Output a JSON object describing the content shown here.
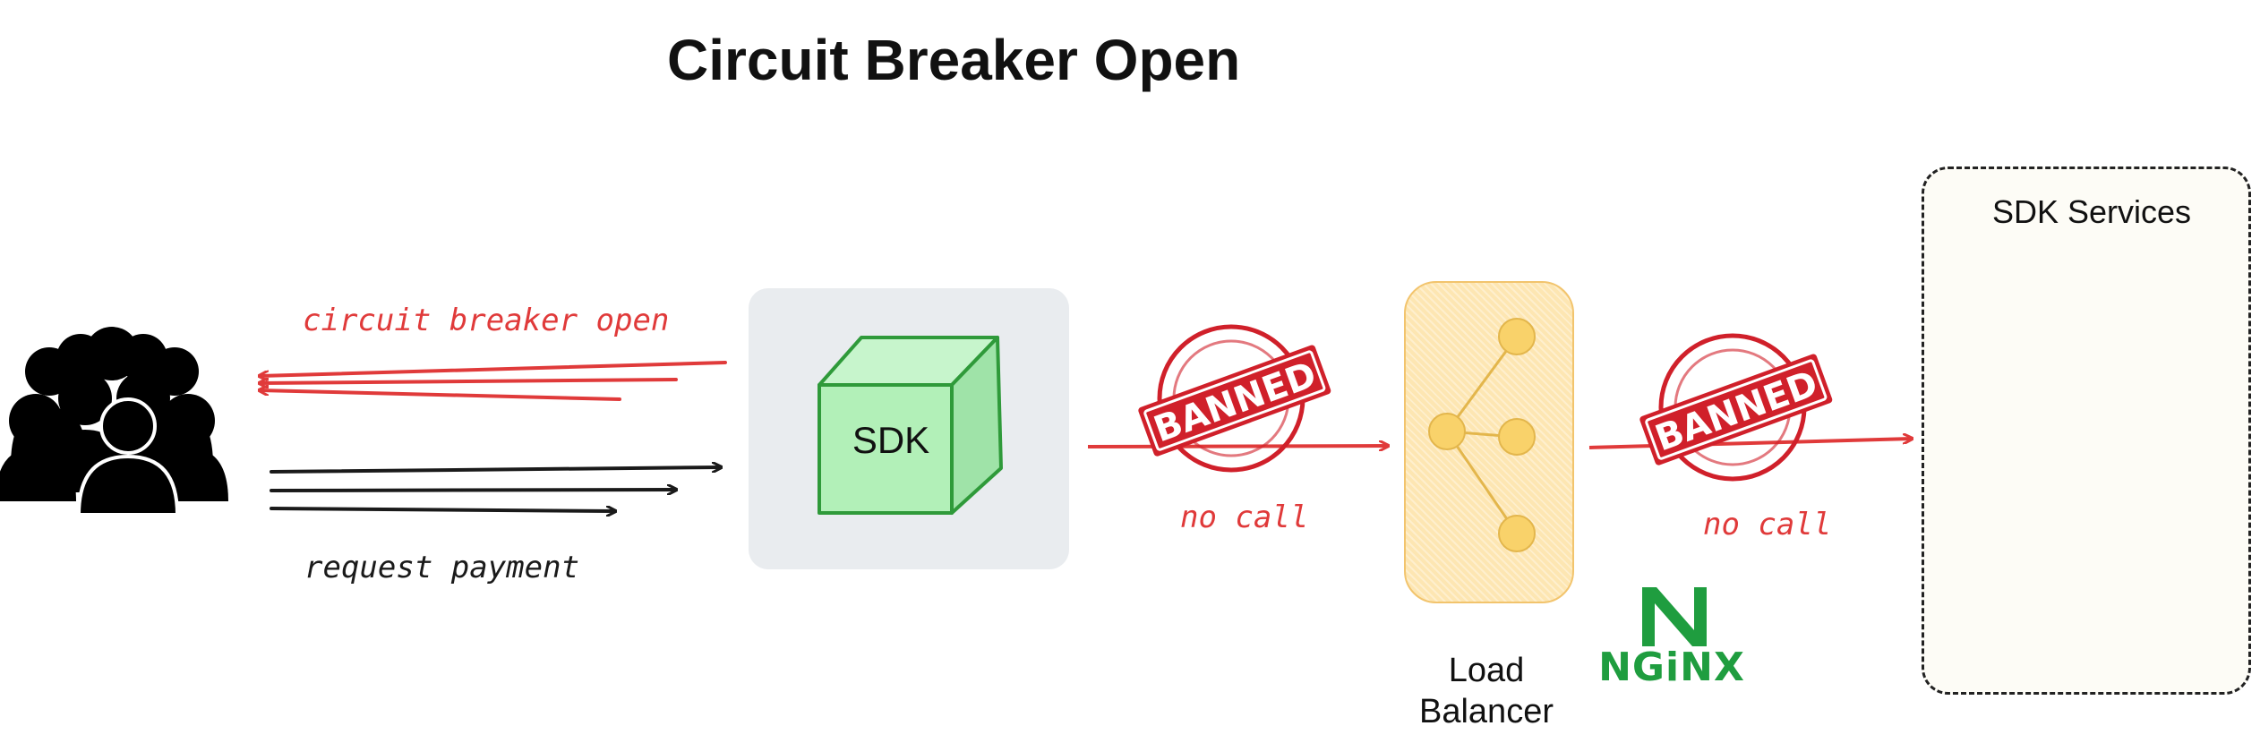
{
  "title": "Circuit Breaker Open",
  "users": {
    "icon": "users-group-icon"
  },
  "flows": {
    "response_label": "circuit breaker open",
    "request_label": "request payment",
    "no_call_1": "no call",
    "no_call_2": "no call"
  },
  "sdk": {
    "label": "SDK",
    "icon": "cube-icon"
  },
  "banned_stamps": [
    "BANNED",
    "BANNED"
  ],
  "load_balancer": {
    "label_line1": "Load",
    "label_line2": "Balancer",
    "icon": "network-nodes-icon"
  },
  "nginx": {
    "text": "NGiNX",
    "icon": "nginx-logo-icon"
  },
  "services": {
    "label": "SDK Services"
  },
  "colors": {
    "red": "#e03a3a",
    "black": "#1a1a1a",
    "sdk_green": "#b2f0b8",
    "sdk_green_stroke": "#2f9a3a",
    "lb_fill": "#fde6b2",
    "lb_node": "#f9d26a",
    "nginx_green": "#1f9d3f"
  }
}
